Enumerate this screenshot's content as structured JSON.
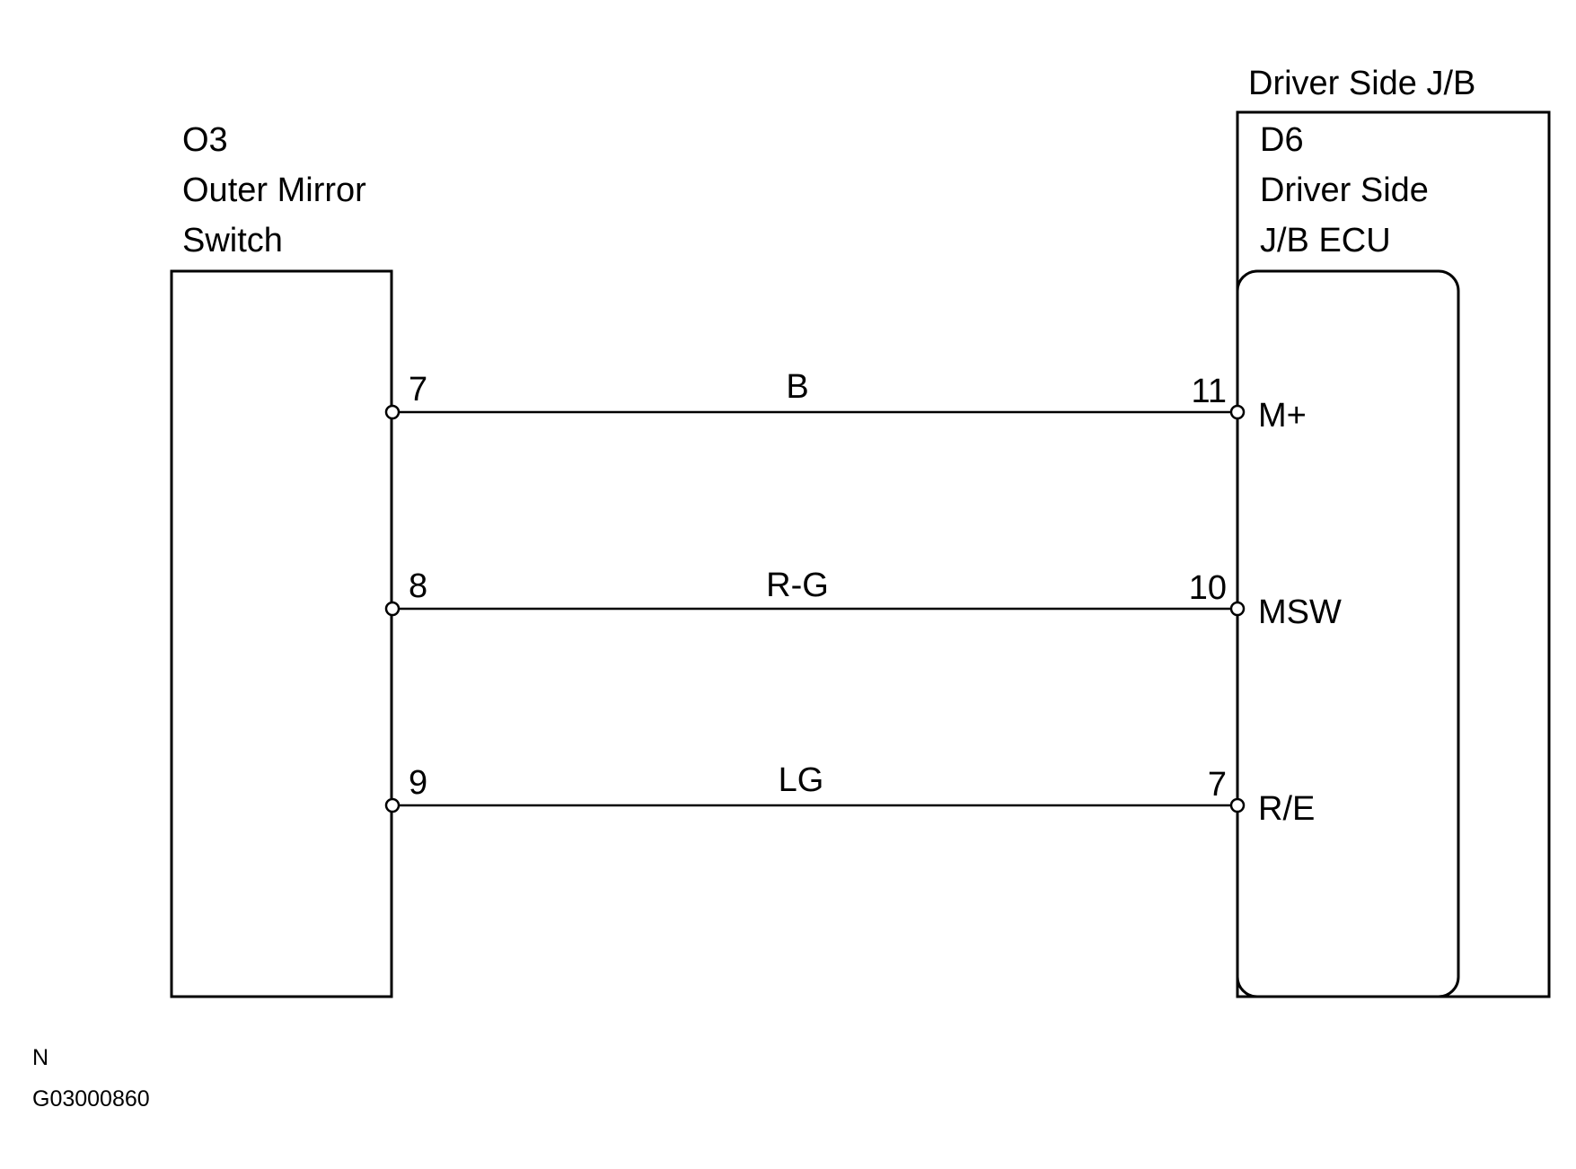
{
  "left_component": {
    "code": "O3",
    "name_line1": "Outer Mirror",
    "name_line2": "Switch"
  },
  "right_component": {
    "junction_block": "Driver Side J/B",
    "code": "D6",
    "name_line1": "Driver Side",
    "name_line2": "J/B ECU"
  },
  "wires": [
    {
      "left_pin": "7",
      "color": "B",
      "right_pin": "11",
      "signal": "M+"
    },
    {
      "left_pin": "8",
      "color": "R-G",
      "right_pin": "10",
      "signal": "MSW"
    },
    {
      "left_pin": "9",
      "color": "LG",
      "right_pin": "7",
      "signal": "R/E"
    }
  ],
  "footer": {
    "mark": "N",
    "figure_id": "G03000860"
  }
}
